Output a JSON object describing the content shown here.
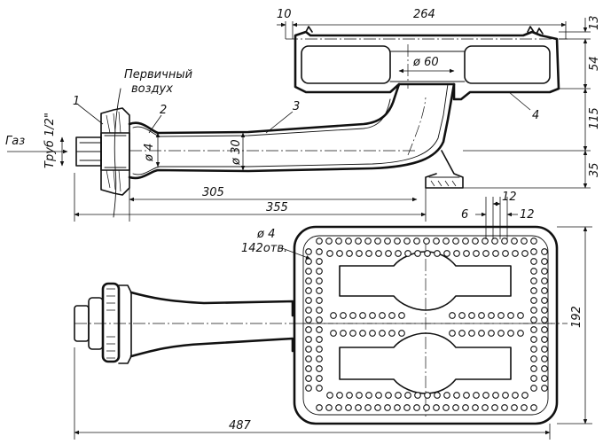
{
  "labels": {
    "gas": "Газ",
    "pipe": "Труб 1/2\"",
    "primary_air_1": "Первичный",
    "primary_air_2": "воздух",
    "holes_1": "ø 4",
    "holes_2": "142отв."
  },
  "callouts": {
    "c1": "1",
    "c2": "2",
    "c3": "3",
    "c4": "4"
  },
  "dimensions": {
    "d10": "10",
    "d264": "264",
    "d13": "13",
    "d54": "54",
    "d115": "115",
    "d35": "35",
    "d_phi60": "ø 60",
    "d_phi4": "ø 4",
    "d_phi30": "ø 30",
    "d305": "305",
    "d355": "355",
    "d6": "6",
    "d12a": "12",
    "d12b": "12",
    "d192": "192",
    "d487": "487"
  }
}
